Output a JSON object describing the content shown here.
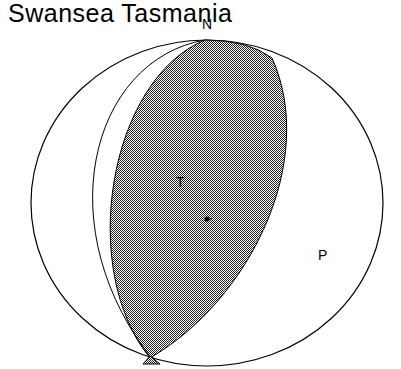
{
  "diagram": {
    "title": "Swansea Tasmania",
    "labels": [
      "N",
      "T",
      "P"
    ]
  }
}
